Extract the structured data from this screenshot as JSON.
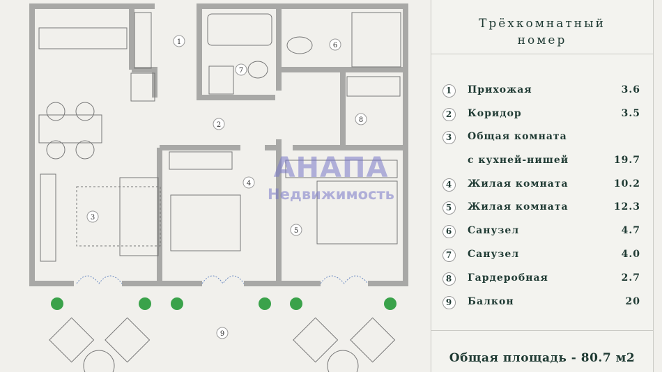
{
  "legend": {
    "title_line1": "Трёхкомнатный",
    "title_line2": "номер",
    "rooms": [
      {
        "num": "1",
        "name": "Прихожая",
        "area": "3.6"
      },
      {
        "num": "2",
        "name": "Коридор",
        "area": "3.5"
      },
      {
        "num": "3",
        "name": "Общая комната",
        "area": ""
      },
      {
        "num": "",
        "name": "с кухней-нишей",
        "area": "19.7"
      },
      {
        "num": "4",
        "name": "Жилая комната",
        "area": "10.2"
      },
      {
        "num": "5",
        "name": "Жилая комната",
        "area": "12.3"
      },
      {
        "num": "6",
        "name": "Санузел",
        "area": "4.7"
      },
      {
        "num": "7",
        "name": "Санузел",
        "area": "4.0"
      },
      {
        "num": "8",
        "name": "Гардеробная",
        "area": "2.7"
      },
      {
        "num": "9",
        "name": "Балкон",
        "area": "20"
      }
    ],
    "total": "Общая площадь - 80.7 м2"
  },
  "plan": {
    "labels": [
      "1",
      "2",
      "3",
      "4",
      "5",
      "6",
      "7",
      "8",
      "9"
    ]
  },
  "watermark": {
    "line1": "АНАПА",
    "line2": "Недвижимость"
  },
  "colors": {
    "wall": "#a8a8a6",
    "text": "#1f3a33",
    "plant": "#3aa24a",
    "watermark": "#7878c8"
  }
}
